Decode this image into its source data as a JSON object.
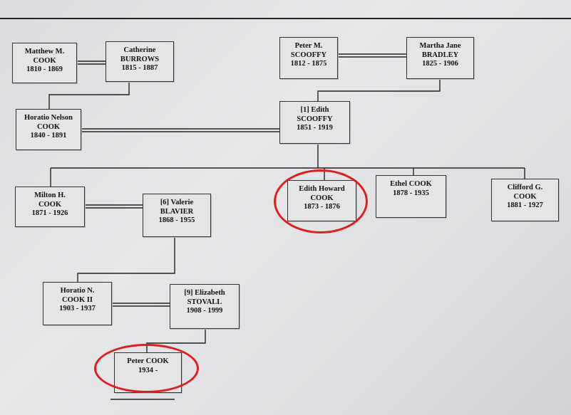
{
  "people": {
    "matthew": {
      "line1": "Matthew M.",
      "line2": "COOK",
      "dates": "1810 - 1869"
    },
    "catherine": {
      "line1": "Catherine",
      "line2": "BURROWS",
      "dates": "1815 - 1887"
    },
    "peter_m": {
      "line1": "Peter M.",
      "line2": "SCOOFFY",
      "dates": "1812 - 1875"
    },
    "martha": {
      "line1": "Martha Jane",
      "line2": "BRADLEY",
      "dates": "1825 - 1906"
    },
    "horatio": {
      "line1": "Horatio Nelson",
      "line2": "COOK",
      "dates": "1840 - 1891"
    },
    "edith": {
      "line1": "[1] Edith",
      "line2": "SCOOFFY",
      "dates": "1851 - 1919"
    },
    "milton": {
      "line1": "Milton H.",
      "line2": "COOK",
      "dates": "1871 - 1926"
    },
    "valerie": {
      "line1": "[6] Valerie",
      "line2": "BLAVIER",
      "dates": "1868 - 1955"
    },
    "edith_howard": {
      "line1": "Edith Howard",
      "line2": "COOK",
      "dates": "1873 - 1876"
    },
    "ethel": {
      "line1": "Ethel COOK",
      "line2": "",
      "dates": "1878 - 1935"
    },
    "clifford": {
      "line1": "Clifford G.",
      "line2": "COOK",
      "dates": "1881 - 1927"
    },
    "horatio2": {
      "line1": "Horatio N.",
      "line2": "COOK II",
      "dates": "1903 - 1937"
    },
    "elizabeth": {
      "line1": "[9] Elizabeth",
      "line2": "STOVALL",
      "dates": "1908 - 1999"
    },
    "peter_cook": {
      "line1": "Peter COOK",
      "line2": "",
      "dates": "1934 -"
    }
  },
  "highlight_color": "#e31c1c"
}
